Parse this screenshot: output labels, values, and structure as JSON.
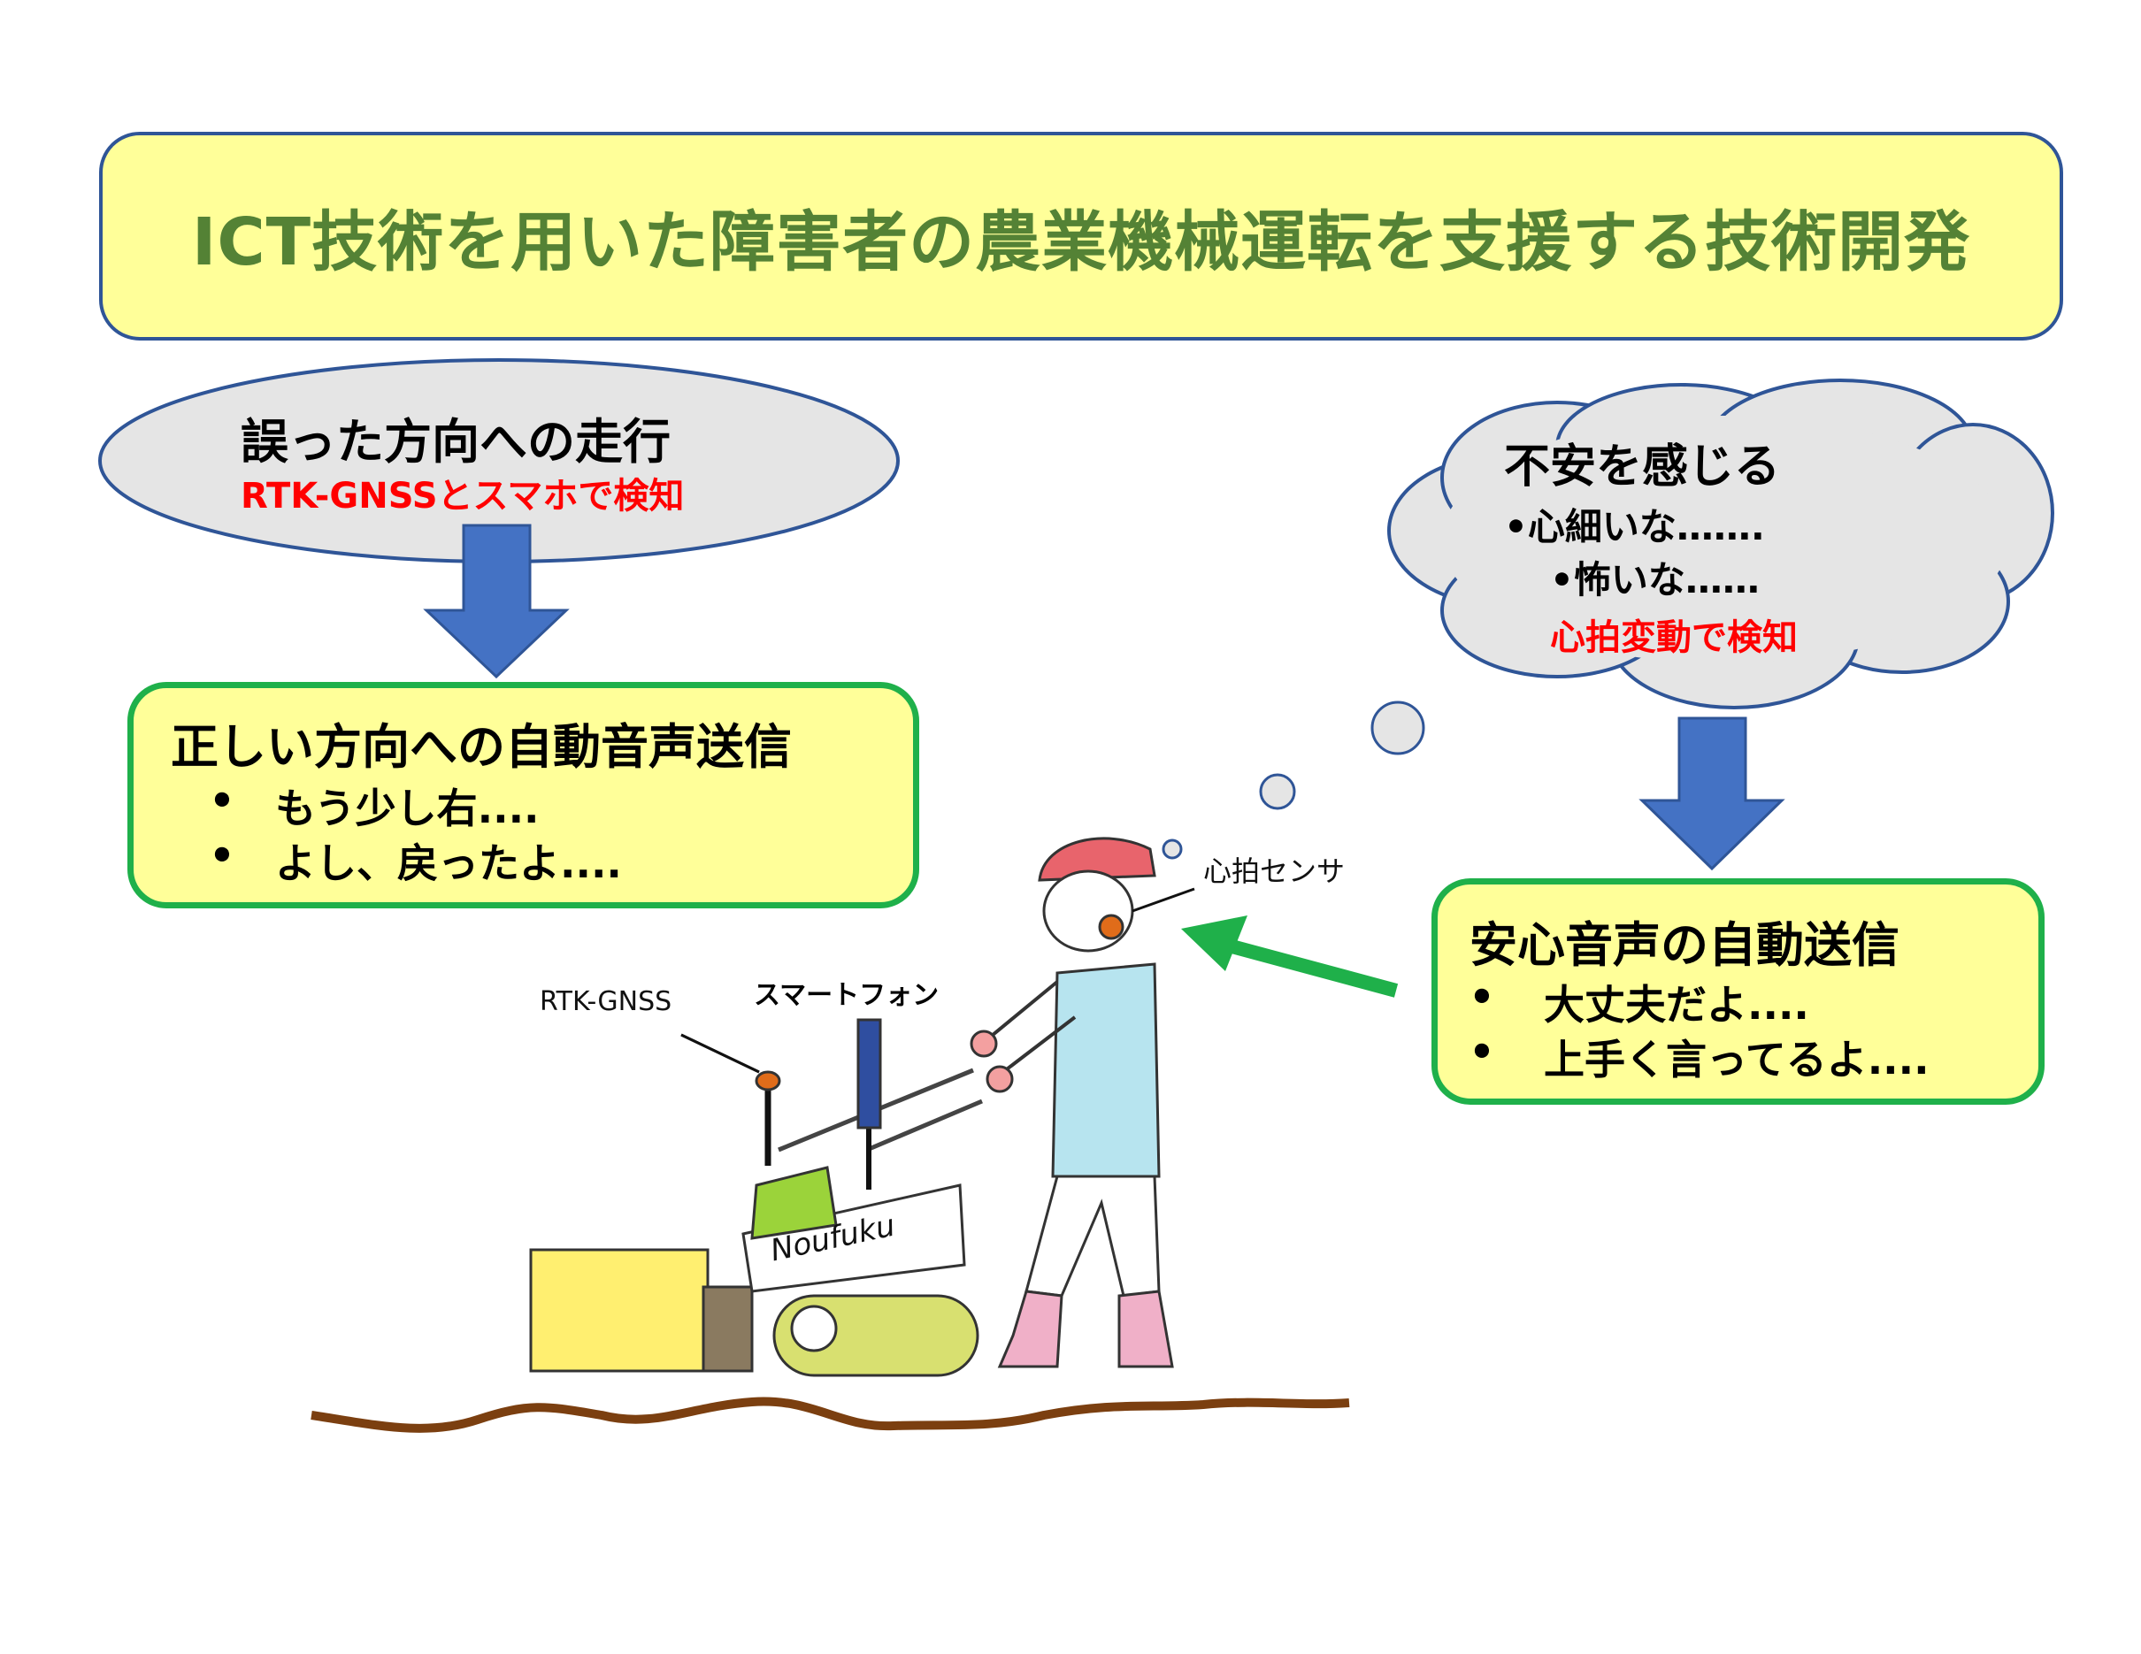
{
  "title": "ICT技術を用いた障害者の農業機械運転を支援する技術開発",
  "problem_ellipse": {
    "heading": "誤った方向への走行",
    "detection": "RTK-GNSSとスマホで検知"
  },
  "left_box": {
    "heading": "正しい方向への自動音声送信",
    "bullet": "•",
    "items": [
      "もう少し右....",
      "よし、戻ったよ...."
    ]
  },
  "thought_cloud": {
    "heading": "不安を感じる",
    "items": [
      "•心細いな…….",
      "•怖いな……"
    ],
    "detection": "心拍変動で検知"
  },
  "right_box": {
    "heading": "安心音声の自動送信",
    "bullet": "•",
    "items": [
      "大丈夫だよ....",
      "上手く言ってるよ...."
    ]
  },
  "illustration_labels": {
    "rtk": "RTK-GNSS",
    "smartphone": "スマートフォン",
    "heart_sensor": "心拍センサ",
    "machine_brand": "Noufuku"
  },
  "colors": {
    "title_text": "#548235",
    "box_fill": "#ffff99",
    "green_border": "#1fb04a",
    "blue_arrow": "#4472c4",
    "red_text": "#ff0000",
    "cloud_fill": "#e5e5e5"
  }
}
